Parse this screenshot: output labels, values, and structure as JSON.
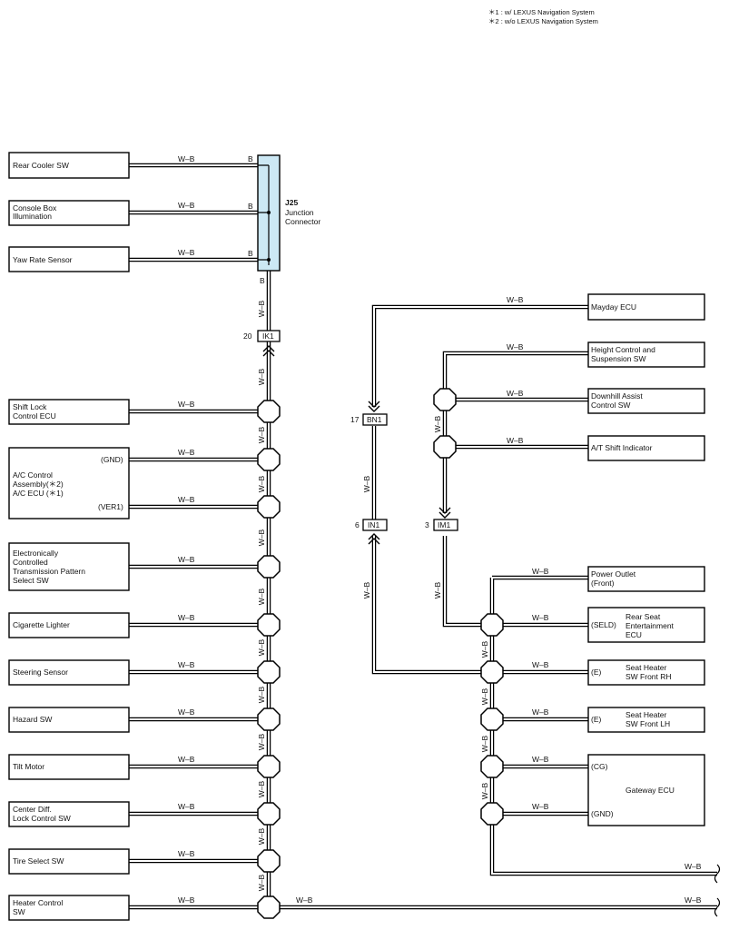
{
  "notes": [
    "＊1 : w/ LEXUS Navigation System",
    "＊2 : w/o LEXUS Navigation System"
  ],
  "wire_color": "W–B",
  "junction": {
    "id": "J25",
    "line1": "Junction",
    "line2": "Connector",
    "pin_label": "B",
    "fill": "#cce8f4"
  },
  "connectors": {
    "ik1": {
      "name": "IK1",
      "pin": "20"
    },
    "bn1": {
      "name": "BN1",
      "pin": "17"
    },
    "in1": {
      "name": "IN1",
      "pin": "6"
    },
    "im1": {
      "name": "IM1",
      "pin": "3"
    }
  },
  "components": {
    "rear_cooler_sw": [
      "Rear Cooler SW"
    ],
    "console_box": [
      "Console Box",
      "Illumination"
    ],
    "yaw_rate": [
      "Yaw Rate Sensor"
    ],
    "shift_lock": [
      "Shift Lock",
      "Control ECU"
    ],
    "ac_control": [
      "A/C Control",
      "Assembly(＊2)",
      "A/C ECU (＊1)"
    ],
    "ect_pattern": [
      "Electronically",
      "Controlled",
      "Transmission Pattern",
      "Select SW"
    ],
    "cigarette": [
      "Cigarette Lighter"
    ],
    "steering": [
      "Steering Sensor"
    ],
    "hazard": [
      "Hazard SW"
    ],
    "tilt": [
      "Tilt Motor"
    ],
    "center_diff": [
      "Center Diff.",
      "Lock Control SW"
    ],
    "tire_select": [
      "Tire Select SW"
    ],
    "heater_control": [
      "Heater Control",
      "SW"
    ],
    "mayday": [
      "Mayday ECU"
    ],
    "height_control": [
      "Height Control and",
      "Suspension SW"
    ],
    "downhill": [
      "Downhill Assist",
      "Control SW"
    ],
    "at_shift": [
      "A/T Shift Indicator"
    ],
    "power_outlet": [
      "Power Outlet",
      "(Front)"
    ],
    "rear_seat_ent": [
      "Rear Seat",
      "Entertainment",
      "ECU"
    ],
    "seat_heater_rh": [
      "Seat Heater",
      "SW Front RH"
    ],
    "seat_heater_lh": [
      "Seat Heater",
      "SW Front LH"
    ],
    "gateway": [
      "Gateway ECU"
    ]
  },
  "terminals": {
    "ac_gnd": "(GND)",
    "ac_ver1": "(VER1)",
    "rse_seld": "(SELD)",
    "seat_rh_e": "(E)",
    "seat_lh_e": "(E)",
    "gw_cg": "(CG)",
    "gw_gnd": "(GND)"
  }
}
